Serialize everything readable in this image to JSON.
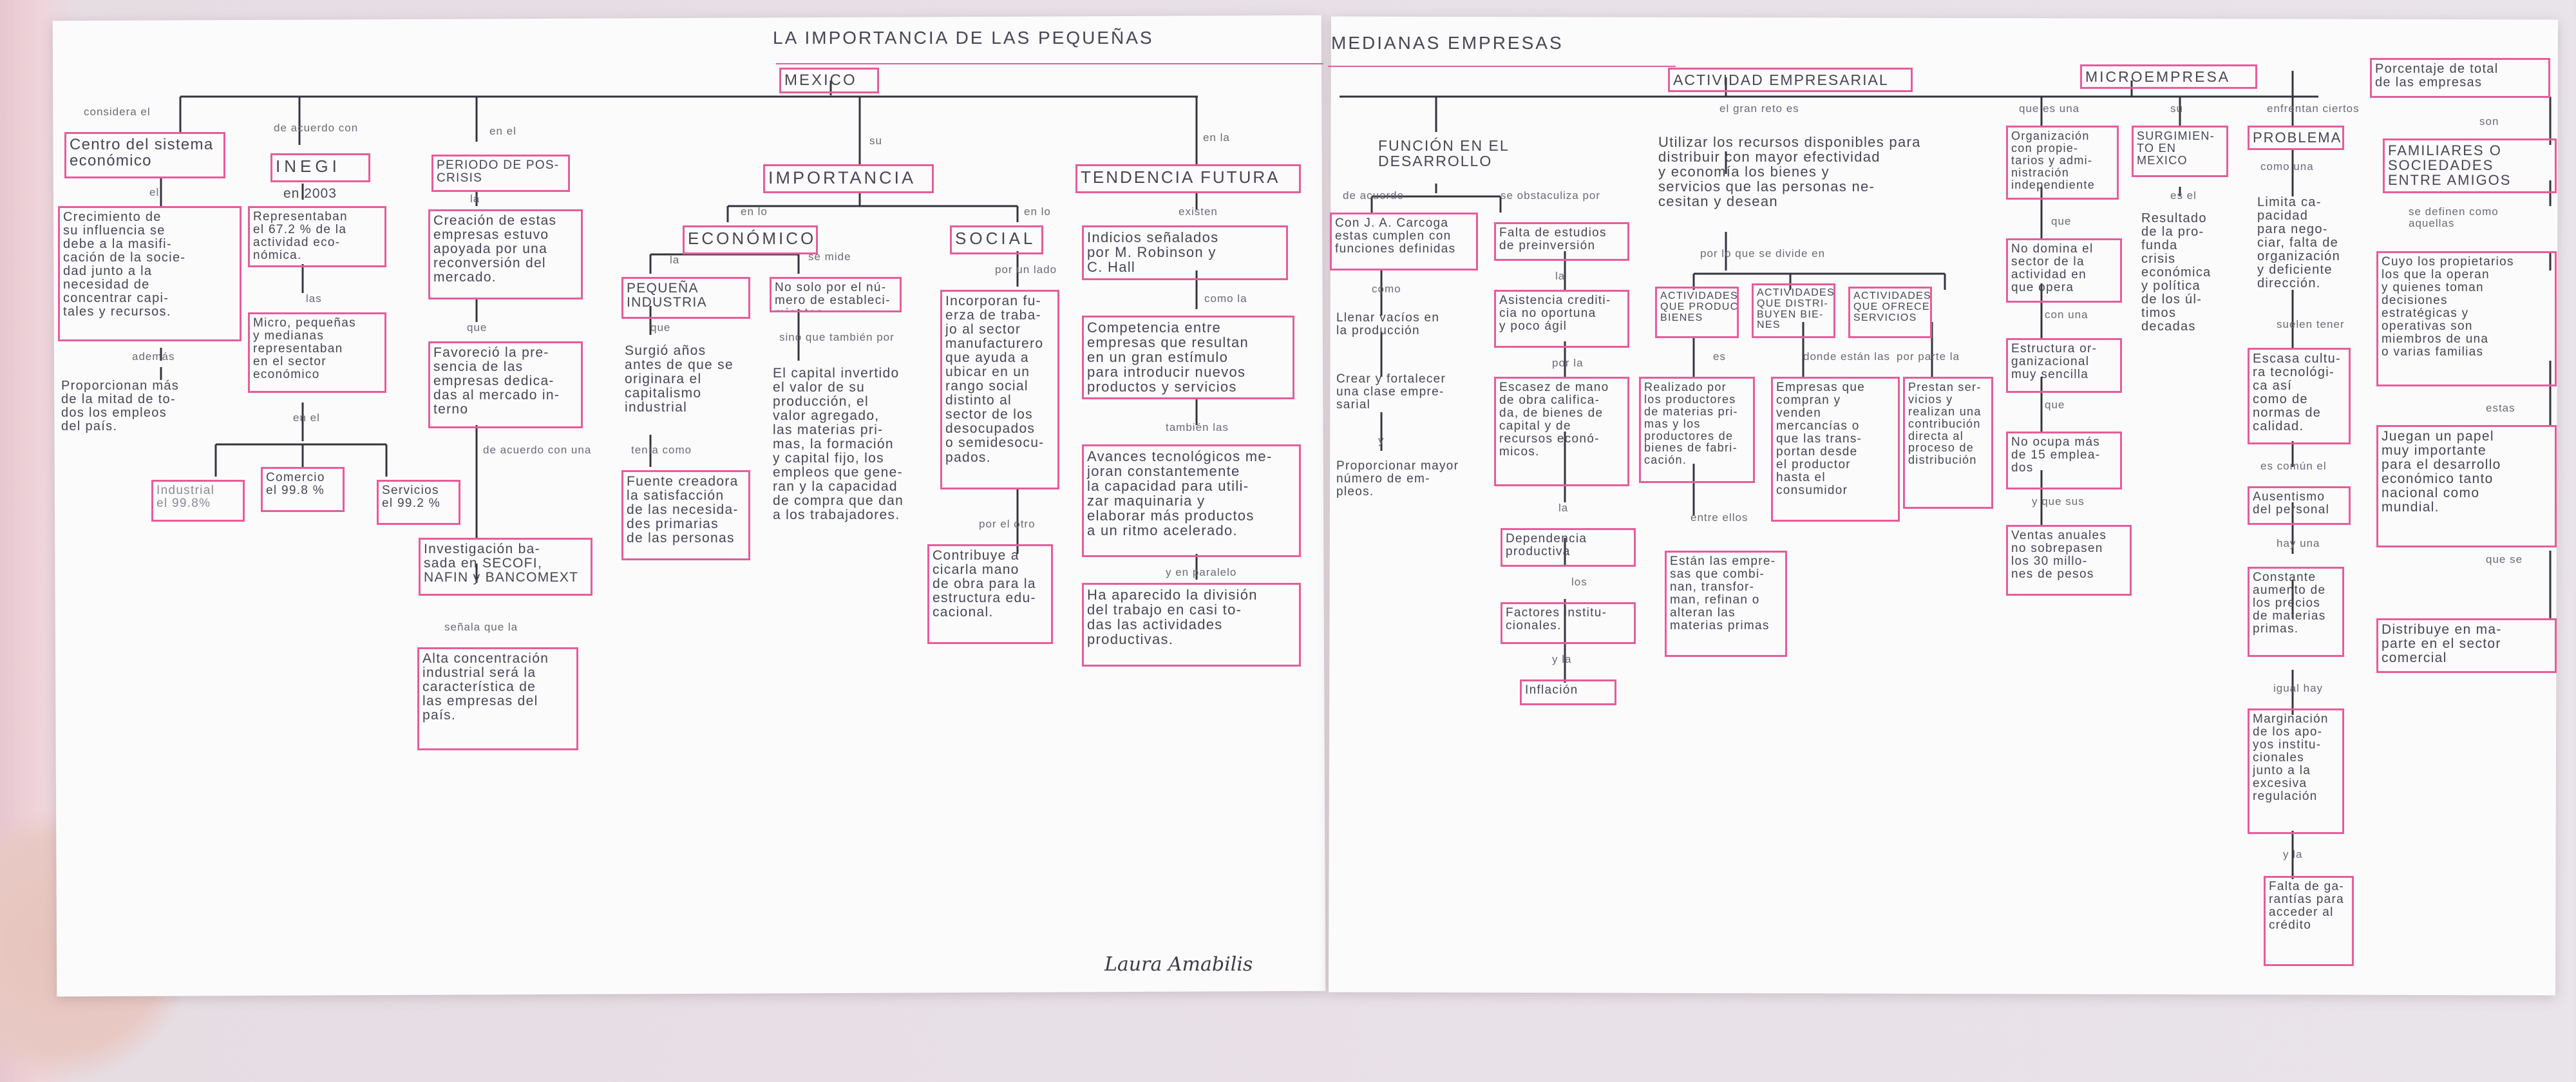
{
  "title_left": "LA IMPORTANCIA DE LAS PEQUEÑAS",
  "title_right": "MEDIANAS EMPRESAS",
  "signature": "Laura Amabilis",
  "mexico": {
    "label": "MEXICO",
    "consideran_el": "considera el",
    "deacuerdo_con": "de acuerdo con",
    "en_el": "en el",
    "su": "su",
    "en_la": "en la",
    "centro": "Centro del sistema\neconómico",
    "el": "el",
    "crecimiento": "Crecimiento de\nsu influencia se\ndebe a la masifi-\ncación de la socie-\ndad junto a la\nnecesidad de\nconcentrar capi-\ntales y recursos.",
    "ademas": "además",
    "proporcionan": "Proporcionan más\nde la mitad de to-\ndos los empleos\ndel país.",
    "inegi": "INEGI",
    "en2003": "en 2003",
    "representaban": "Representaban\nel 67.2 % de la\nactividad eco-\nnómica.",
    "las": "las",
    "micro": "Micro, pequeñas\ny medianas\nrepresentaban\nen el sector\neconómico",
    "en_el2": "en el",
    "industrial": "Industrial\nel 99.8%",
    "comercio": "Comercio\nel 99.8 %",
    "servicios": "Servicios\nel 99.2 %",
    "periodo": "PERIODO DE POS-\nCRISIS",
    "la": "la",
    "creacion": "Creación de estas\nempresas estuvo\napoyada por una\nreconversión del\nmercado.",
    "que": "que",
    "favorecio": "Favoreció la pre-\nsencia de las\nempresas dedica-\ndas al mercado in-\nterno",
    "de_acuerdo_con_una": "de acuerdo con una",
    "investigacion": "Investigación ba-\nsada en SECOFI,\nNAFIN y BANCOMEXT",
    "senala": "señala que la",
    "alta": "Alta concentración\nindustrial será la\ncaracterística de\nlas empresas del\npaís.",
    "importancia": "IMPORTANCIA",
    "en_lo": "en lo",
    "en_lo2": "en lo",
    "economico": "ECONÓMICO",
    "social": "SOCIAL",
    "la2": "la",
    "se_mide": "se mide",
    "pequena": "PEQUEÑA\nINDUSTRIA",
    "que2": "que",
    "surgio": "Surgió años\nantes de que se\noriginara el\ncapitalismo\nindustrial",
    "tenia_como": "tenía como",
    "fuente": "Fuente creadora\nla satisfacción\nde las necesida-\ndes primarias\nde las personas",
    "no_solo": "No solo por el nú-\nmero de estableci-\nmientos",
    "sino": "sino que también por",
    "capital": "El capital invertido\nel valor de su\nproducción, el\nvalor agregado,\nlas materias pri-\nmas, la formación\ny capital fijo, los\nempleos que gene-\nran y la capacidad\nde compra que dan\na los trabajadores.",
    "por_un_lado": "por un lado",
    "incorporan": "Incorporan fu-\nerza de traba-\njo al sector\nmanufacturero\nque ayuda a\nubicar en un\nrango social\ndistinto al\nsector de los\ndesocupados\no semidesocu-\npados.",
    "por_el_otro": "por el otro",
    "contribuye": "Contribuye a\ncicarla mano\nde obra para la\nestructura edu-\ncacional.",
    "tendencia": "TENDENCIA FUTURA",
    "existen": "existen",
    "indicios": "Indicios señalados\npor M. Robinson y\nC. Hall",
    "como_la": "como la",
    "competencia": "Competencia entre\nempresas que resultan\nen un gran estímulo\npara introducir nuevos\nproductos y servicios",
    "tambien_las": "también las",
    "avances": "Avances tecnológicos me-\njoran constantemente\nla capacidad para utili-\nzar maquinaria y\nelaborar más productos\na un ritmo acelerado.",
    "y_en_paralelo": "y en paralelo",
    "division": "Ha aparecido la división\ndel trabajo en casi to-\ndas las actividades\nproductivas."
  },
  "actividad": {
    "label": "ACTIVIDAD EMPRESARIAL",
    "el_gran_reto": "el gran reto es",
    "utilizar": "Utilizar los recursos disponibles para\ndistribuir con mayor efectividad\ny economía los bienes y\nservicios que las personas ne-\ncesitan y desean",
    "por_lo_que": "por lo que se divide en",
    "funcion": "FUNCIÓN EN EL\nDESARROLLO",
    "de_acuerdo": "de acuerdo",
    "se_obstaculiza": "se obstaculiza por",
    "carcoga": "Con J. A. Carcoga\nestas cumplen con\nfunciones definidas",
    "como": "como",
    "llenar": "Llenar vacíos en\nla producción",
    "crear": "Crear y fortalecer\nuna clase empre-\nsarial",
    "y": "y",
    "proporcionar": "Proporcionar mayor\nnúmero de em-\npleos.",
    "falta": "Falta de estudios\nde preinversión",
    "la": "la",
    "asistencia": "Asistencia crediti-\ncia no oportuna\ny poco ágil",
    "por_la": "por la",
    "escasez": "Escasez de mano\nde obra califica-\nda, de bienes de\ncapital y de\nrecursos econó-\nmicos.",
    "la2": "la",
    "dependencia": "Dependencia\nproductiva",
    "los": "los",
    "factores": "Factores institu-\ncionales.",
    "y_la": "y la",
    "inflacion": "Inflación",
    "act_producen": "ACTIVIDADES\nQUE PRODUCEN\nBIENES",
    "act_distribuyen": "ACTIVIDADES\nQUE DISTRI-\nBUYEN BIE-\nNES",
    "act_servicios": "ACTIVIDADES\nQUE OFRECEN\nSERVICIOS",
    "es": "es",
    "donde_estan": "donde están las",
    "por_parte": "por parte la",
    "realizado": "Realizado por\nlos productores\nde materias pri-\nmas y los\nproductores de\nbienes de fabri-\ncación.",
    "entre_ellos": "entre ellos",
    "estan": "Están las empre-\nsas que combi-\nnan, transfor-\nman, refinan o\nalteran las\nmaterias primas",
    "empresas_que": "Empresas que\ncompran y\nvenden\nmercancías o\nque las trans-\nportan desde\nel productor\nhasta el\nconsumidor",
    "prestan": "Prestan ser-\nvicios y\nrealizan una\ncontribución\ndirecta al\nproceso de\ndistribución"
  },
  "micro": {
    "label": "MICROEMPRESA",
    "que_es_una": "que es una",
    "su": "su",
    "enfrentan": "enfrentan ciertos",
    "organizacion": "Organización\ncon propie-\ntarios y admi-\nnistración\nindependiente",
    "que": "que",
    "no_domina": "No domina el\nsector de la\nactividad en\nque opera",
    "con_una": "con una",
    "estructura": "Estructura or-\nganizacional\nmuy sencilla",
    "que2": "que",
    "no_ocupa": "No ocupa más\nde 15 emplea-\ndos",
    "y_que_sus": "y que sus",
    "ventas": "Ventas anuales\nno sobrepasen\nlos 30 millo-\nnes de pesos",
    "surgimiento": "SURGIMIEN-\nTO EN\nMEXICO",
    "es_el": "es el",
    "resultado": "Resultado\nde la pro-\nfunda\ncrisis\neconómica\ny política\nde los úl-\ntimos\ndecadas",
    "problemas": "PROBLEMAS",
    "como_una": "como una",
    "limita": "Limita ca-\npacidad\npara nego-\nciar, falta de\norganización\ny deficiente\ndirección.",
    "suelen_tener": "suelen tener",
    "escasa": "Escasa cultu-\nra tecnológi-\nca así\ncomo de\nnormas de\ncalidad.",
    "es_comun": "es común el",
    "ausentismo": "Ausentismo\ndel personal",
    "hay_una": "hay una",
    "constante": "Constante\naumento de\nlos precios\nde materias\nprimas.",
    "igual_hay": "igual hay",
    "marginacion": "Marginación\nde los apo-\nyos institu-\ncionales\njunto a la\nexcesiva\nregulación",
    "y_la": "y la",
    "falta_garantias": "Falta de ga-\nrantías para\nacceder al\ncrédito",
    "porcentaje": "Porcentaje de total\nde las empresas",
    "son": "son",
    "familiares": "FAMILIARES O\nSOCIEDADES\nENTRE AMIGOS",
    "se_definen": "se definen como\naquellas",
    "cuyo": "Cuyo los propietarios\nlos que la operan\ny quienes toman\ndecisiones\nestratégicas y\noperativas son\nmiembros de una\no varias familias",
    "estas": "estas",
    "juegan": "Juegan un papel\nmuy importante\npara el desarrollo\neconómico tanto\nnacional como\nmundial.",
    "que_se": "que se",
    "distribuye": "Distribuye en ma-\nparte en el sector\ncomercial"
  }
}
